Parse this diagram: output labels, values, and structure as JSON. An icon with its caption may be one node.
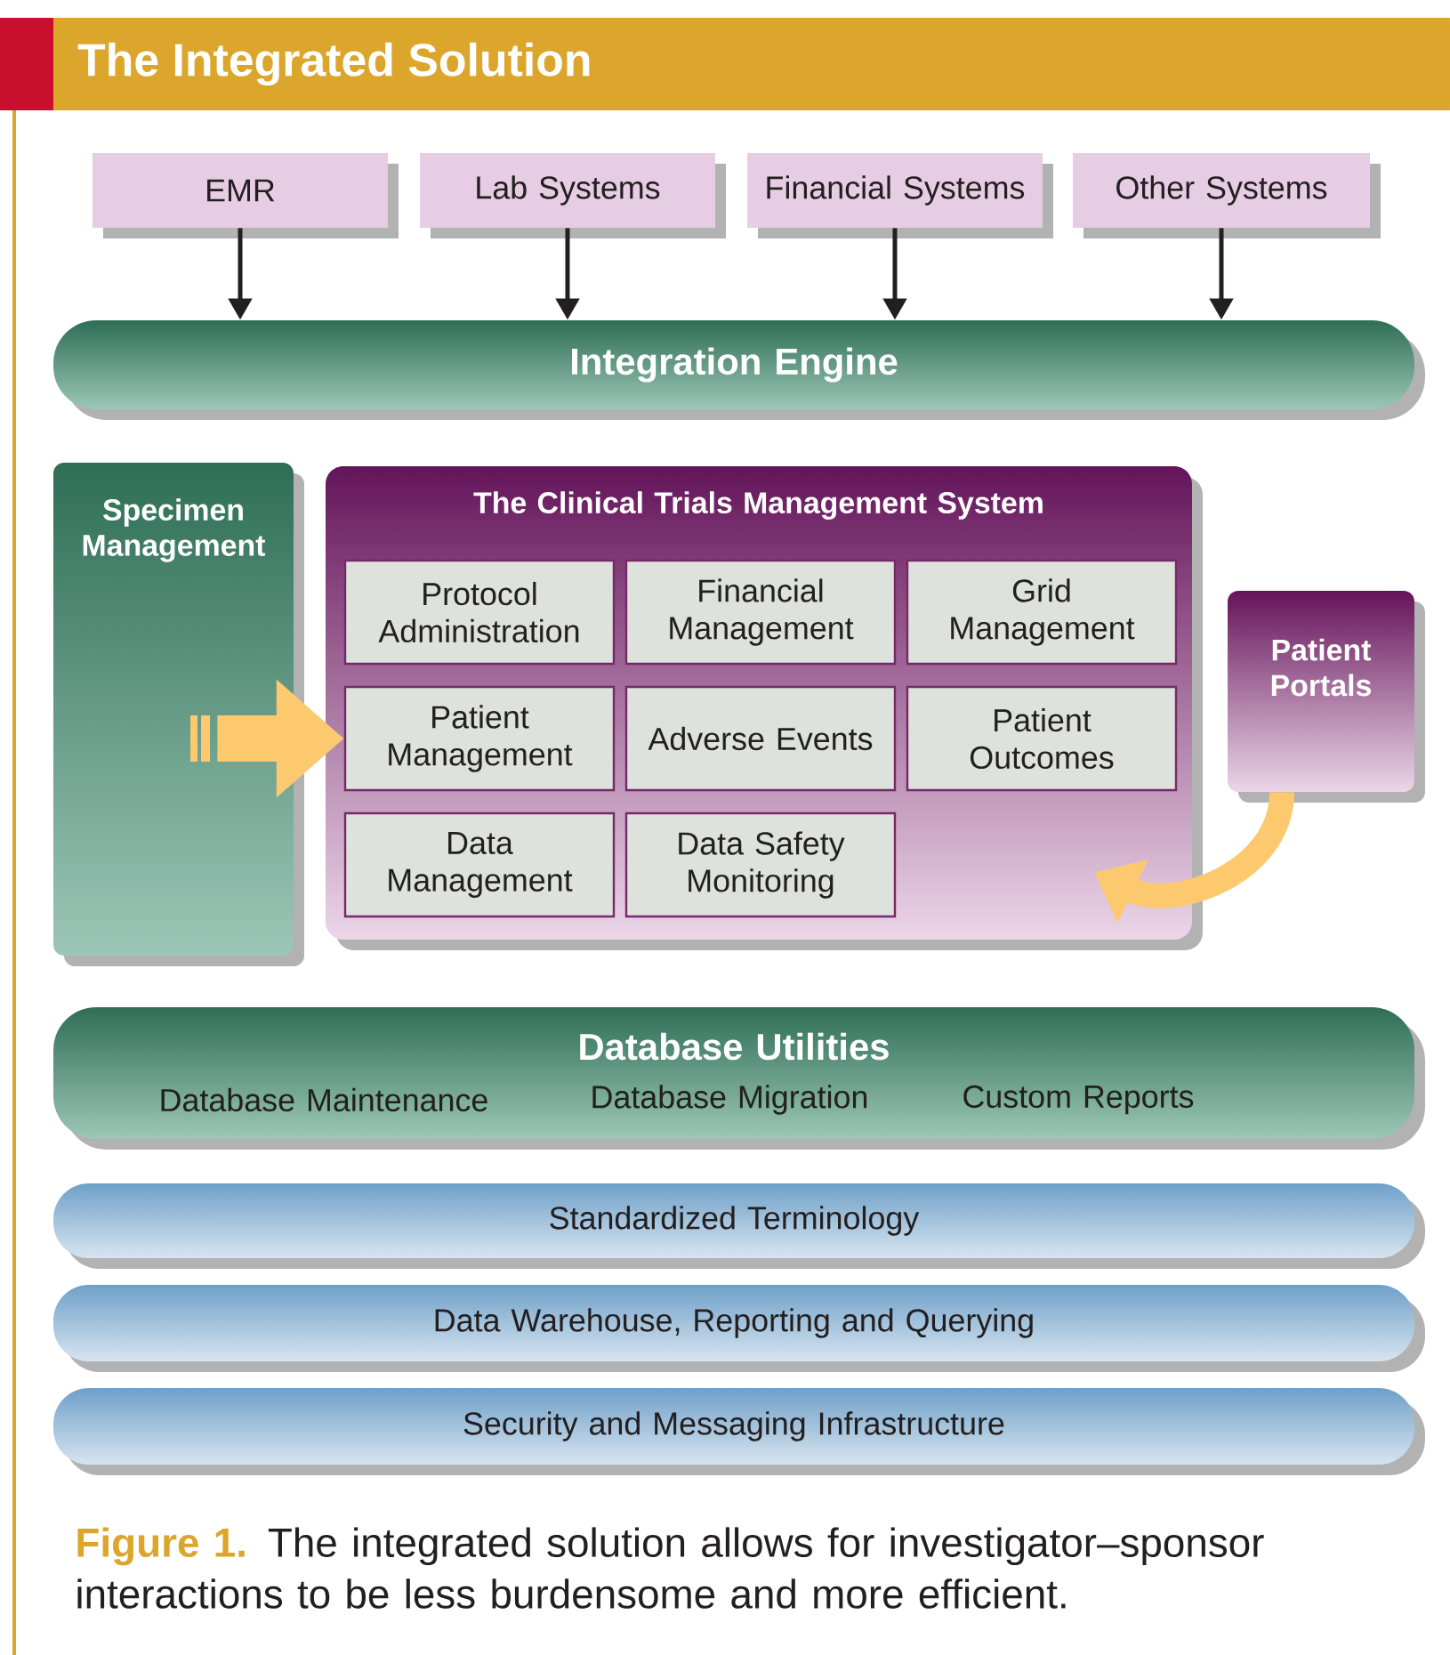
{
  "diagram": {
    "title": "The Integrated Solution",
    "caption": "**Figure 1.** The integrated solution allows for investigator–sponsor interactions to be less burdensome and more efficient.",
    "nodes": [
      {
        "text": [
          "EMR"
        ]
      },
      {
        "text": [
          "Lab Systems"
        ]
      },
      {
        "text": [
          "Financial Systems"
        ]
      },
      {
        "text": [
          "Other Systems"
        ]
      },
      {
        "text": [
          "Integration Engine"
        ]
      },
      {
        "text": [
          "Specimen Management"
        ]
      },
      {
        "text": [
          "The Clinical Trials Management System"
        ]
      },
      {
        "text": [
          "Protocol Administration"
        ],
        "in": 6
      },
      {
        "text": [
          "Financial Management"
        ],
        "in": 6
      },
      {
        "text": [
          "Grid Management"
        ],
        "in": 6
      },
      {
        "text": [
          "Patient Management"
        ],
        "in": 6
      },
      {
        "text": [
          "Adverse Events"
        ],
        "in": 6
      },
      {
        "text": [
          "Patient Outcomes"
        ],
        "in": 6
      },
      {
        "text": [
          "Data Management"
        ],
        "in": 6
      },
      {
        "text": [
          "Data Safety Monitoring"
        ],
        "in": 6
      },
      {
        "text": [
          "Patient Portals"
        ]
      },
      {
        "text": [
          "Database Utilities",
          "Database Maintenance",
          "Database Migration",
          "Custom Reports"
        ]
      },
      {
        "text": [
          "Standardized Terminology"
        ]
      },
      {
        "text": [
          "Data Warehouse, Reporting and Querying"
        ]
      },
      {
        "text": [
          "Security and Messaging Infrastructure"
        ]
      }
    ],
    "edges": [
      {
        "from": 0,
        "to": 4,
        "arrow": "to"
      },
      {
        "from": 1,
        "to": 4,
        "arrow": "to"
      },
      {
        "from": 2,
        "to": 4,
        "arrow": "to"
      },
      {
        "from": 3,
        "to": 4,
        "arrow": "to"
      },
      {
        "from": 5,
        "to": 10,
        "arrow": "to",
        "style": "thick",
        "color": "#fcc96e"
      },
      {
        "from": 15,
        "to": 6,
        "arrow": "to",
        "style": "thick",
        "color": "#fcc96e"
      }
    ]
  }
}
